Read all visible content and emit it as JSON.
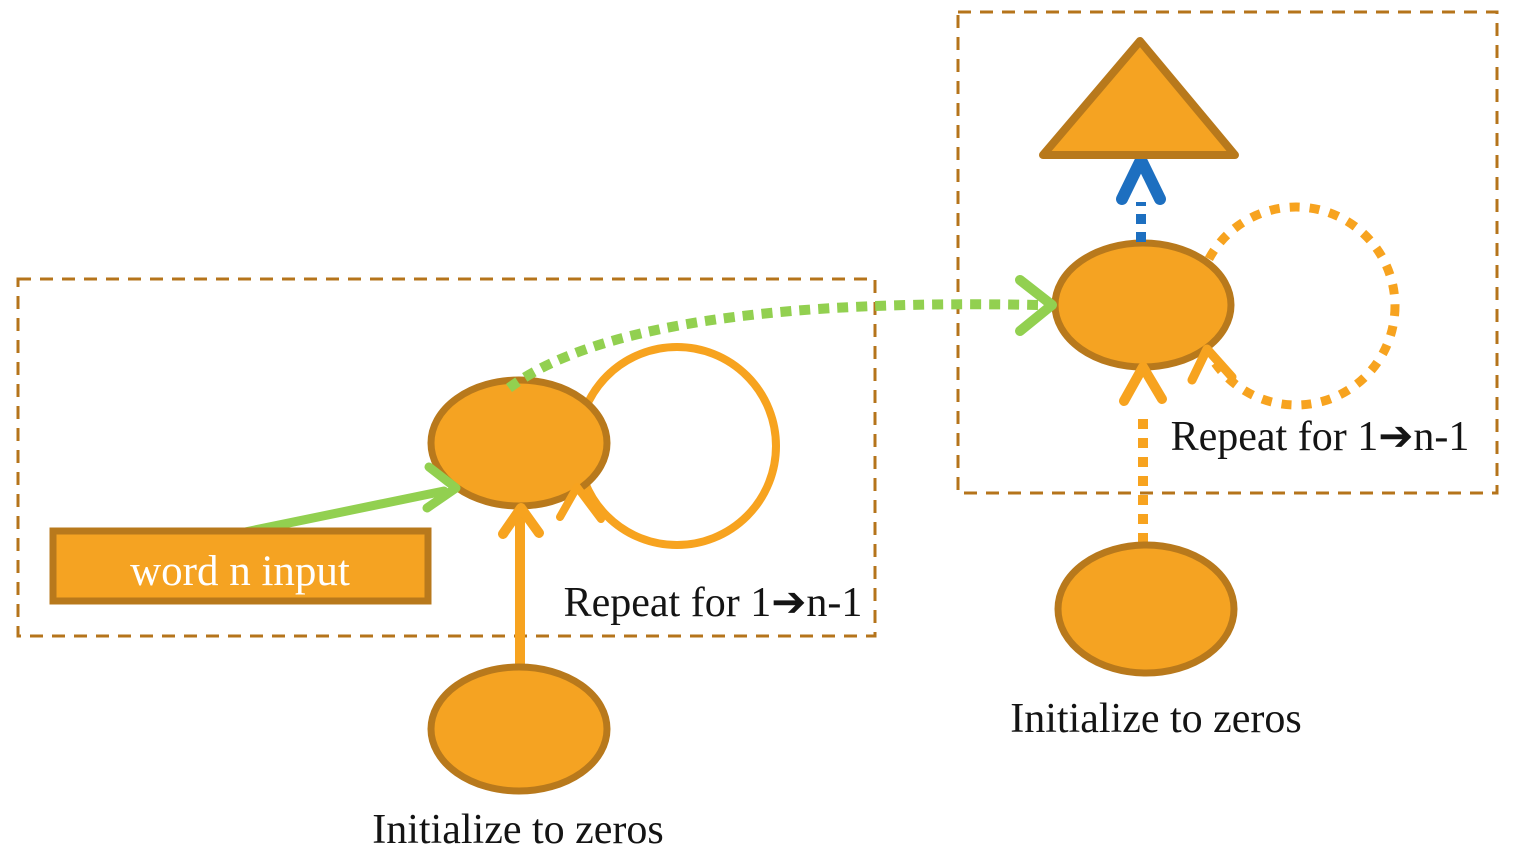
{
  "diagram": {
    "title_hint": "recurrent encoder-decoder sketch",
    "background": "#FFFFFF",
    "colors": {
      "node_fill": "#F5A322",
      "node_stroke": "#B8791C",
      "dashed_box_stroke": "#B5741B",
      "recurrence_orange": "#F7A31F",
      "input_green": "#92D050",
      "output_blue": "#1D6FC0",
      "label_black": "#141414",
      "label_white": "#FFFFFF"
    },
    "encoder": {
      "repeat_label": "Repeat for 1➔n-1",
      "input_label": "word n input",
      "init_label": "Initialize to zeros"
    },
    "decoder": {
      "repeat_label": "Repeat for 1➔n-1",
      "init_label": "Initialize to zeros"
    }
  }
}
